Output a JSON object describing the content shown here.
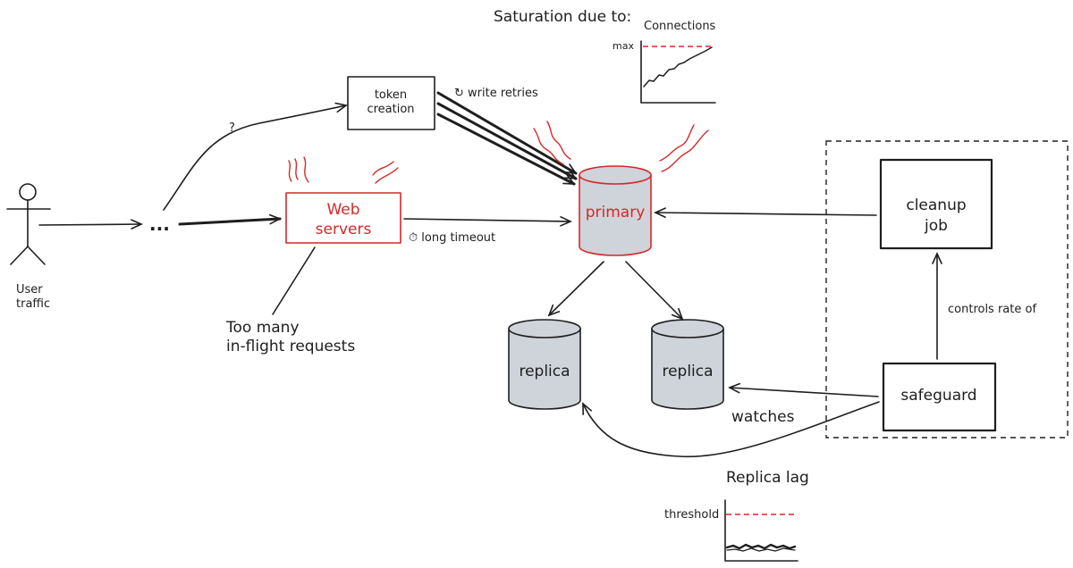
{
  "user": {
    "line1": "User",
    "line2": "traffic"
  },
  "ellipsis": "...",
  "question": "?",
  "token": {
    "line1": "token",
    "line2": "creation"
  },
  "write_retries": "↻ write retries",
  "web": {
    "line1": "Web",
    "line2": "servers"
  },
  "long_timeout": "⏱ long timeout",
  "too_many": {
    "line1": "Too many",
    "line2": "in-flight requests"
  },
  "primary": "primary",
  "replica1": "replica",
  "replica2": "replica",
  "saturation_title": "Saturation due to:",
  "connections_chart": {
    "title": "Connections",
    "max_label": "max"
  },
  "cleanup": {
    "line1": "cleanup",
    "line2": "job"
  },
  "controls_rate": "controls rate of",
  "safeguard": "safeguard",
  "watches": "watches",
  "replica_lag_chart": {
    "title": "Replica lag",
    "threshold_label": "threshold"
  },
  "colors": {
    "ink": "#1e1e1e",
    "alert": "#d62828",
    "db_fill": "#ced4da"
  },
  "icons": [
    "stick-figure-icon",
    "stopwatch-icon",
    "retry-icon"
  ]
}
